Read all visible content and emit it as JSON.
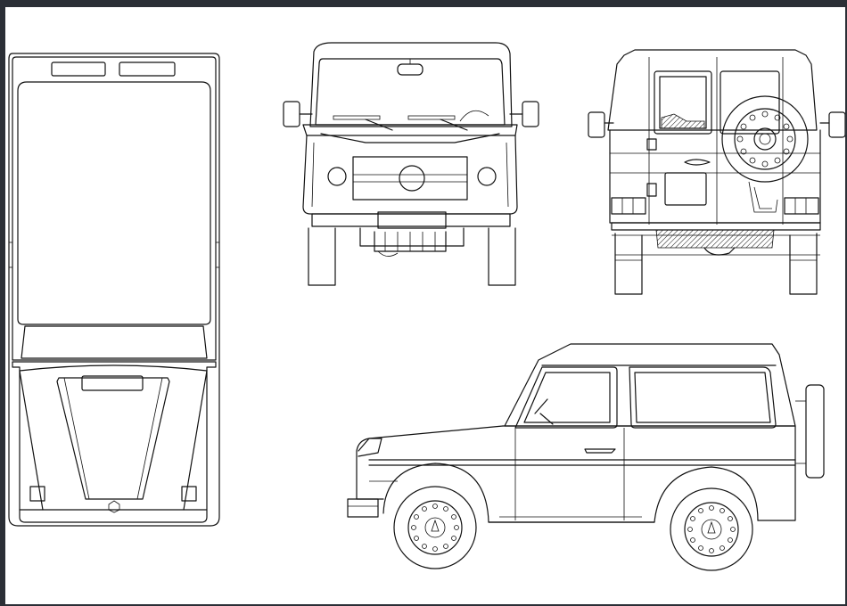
{
  "drawing": {
    "background": "#ffffff",
    "frame_color": "#2b2f36",
    "line_color": "#111111",
    "views": [
      {
        "id": "top",
        "name": "top-view"
      },
      {
        "id": "front",
        "name": "front-view"
      },
      {
        "id": "rear",
        "name": "rear-view"
      },
      {
        "id": "side",
        "name": "side-view"
      }
    ]
  }
}
